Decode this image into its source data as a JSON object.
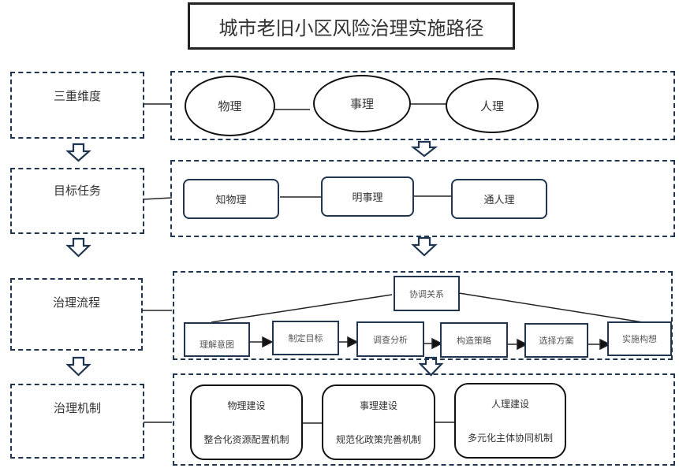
{
  "title": "城市老旧小区风险治理实施路径",
  "rows": [
    {
      "label": "三重维度",
      "items": [
        "物理",
        "事理",
        "人理"
      ]
    },
    {
      "label": "目标任务",
      "items": [
        "知物理",
        "明事理",
        "通人理"
      ]
    },
    {
      "label": "治理流程",
      "top_item": "协调关系",
      "steps": [
        "理解意图",
        "制定目标",
        "调查分析",
        "构造策略",
        "选择方案",
        "实施构想"
      ]
    },
    {
      "label": "治理机制",
      "items": [
        {
          "heading": "物理建设",
          "detail": "整合化资源配置机制"
        },
        {
          "heading": "事理建设",
          "detail": "规范化政策完善机制"
        },
        {
          "heading": "人理建设",
          "detail": "多元化主体协同机制"
        }
      ]
    }
  ],
  "icons": {
    "down_arrow": "hollow-down-arrow-icon",
    "flow_arrow": "filled-right-arrowhead-icon"
  },
  "colors": {
    "dash_border": "#1f3550",
    "solid_border": "#111111",
    "text": "#333333"
  }
}
